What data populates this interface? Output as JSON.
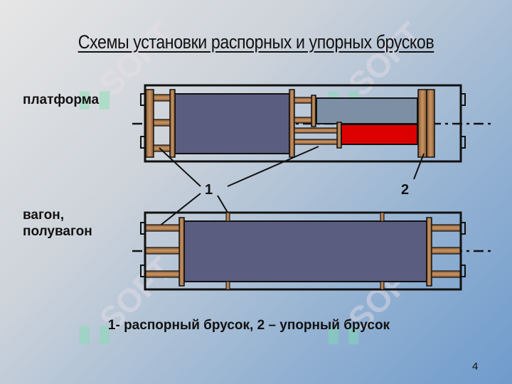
{
  "title": "Схемы установки распорных и упорных брусков",
  "labels": {
    "platform": "платформа",
    "wagon_line1": "вагон,",
    "wagon_line2": "полувагон"
  },
  "callouts": {
    "one": "1",
    "two": "2"
  },
  "legend": "1- распорный брусок, 2 – упорный брусок",
  "page_number": "4",
  "watermark": "SOFT",
  "colors": {
    "cargo": "#5a5c80",
    "cargo_light": "#7d8fa5",
    "red_cargo": "#dd0000",
    "wood": "#a06a3c",
    "wood_light": "#c99566",
    "frame": "#111111"
  }
}
